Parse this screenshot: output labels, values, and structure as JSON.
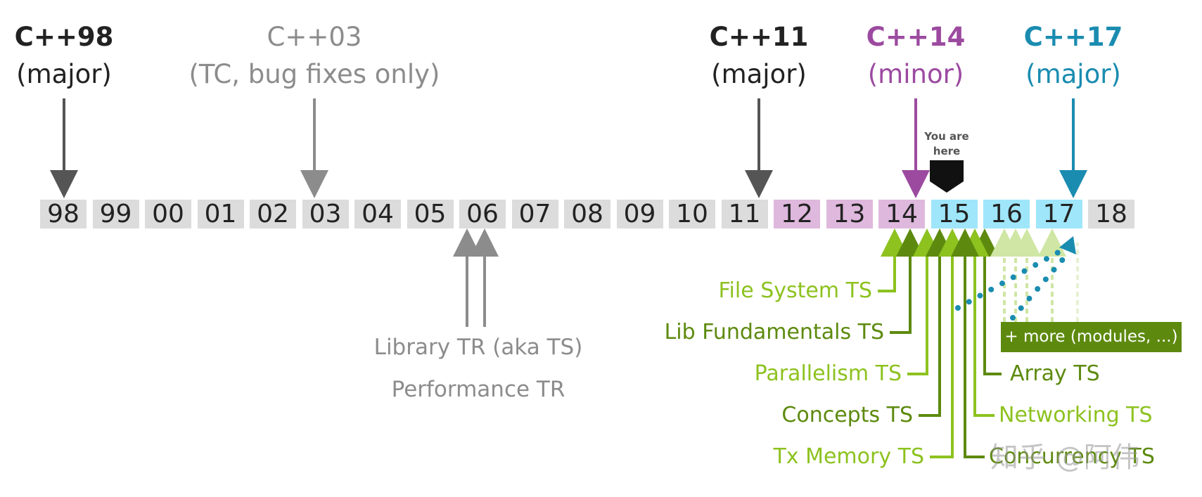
{
  "colors": {
    "year_grey": "#dcdcdc",
    "year_pink": "#dfb8dd",
    "year_blue": "#9fe6fa",
    "major_dark": "#222222",
    "minor_purple": "#9c4aa0",
    "cpp17_teal": "#1a8cb0",
    "ts_dark": "#5d8a0e",
    "ts_light": "#8dc21f",
    "grey_text": "#8c8c8c"
  },
  "standards": [
    {
      "name": "C++98",
      "kind": "(major)",
      "year": "98",
      "color": "#222222"
    },
    {
      "name": "C++03",
      "kind": "(TC, bug fixes only)",
      "year": "03",
      "color": "#8c8c8c"
    },
    {
      "name": "C++11",
      "kind": "(major)",
      "year": "11",
      "color": "#222222"
    },
    {
      "name": "C++14",
      "kind": "(minor)",
      "year": "14",
      "color": "#9c4aa0"
    },
    {
      "name": "C++17",
      "kind": "(major)",
      "year": "17",
      "color": "#1a8cb0"
    }
  ],
  "timeline": {
    "years": [
      "98",
      "99",
      "00",
      "01",
      "02",
      "03",
      "04",
      "05",
      "06",
      "07",
      "08",
      "09",
      "10",
      "11",
      "12",
      "13",
      "14",
      "15",
      "16",
      "17",
      "18"
    ],
    "pink_years": [
      "12",
      "13",
      "14"
    ],
    "blue_years": [
      "15",
      "16",
      "17"
    ]
  },
  "you_are_here": {
    "line1": "You are",
    "line2": "here",
    "year": "15"
  },
  "reports": {
    "year": "06",
    "items": [
      "Library TR (aka TS)",
      "Performance TR"
    ]
  },
  "technical_specs": {
    "items": [
      {
        "name": "File System TS",
        "shade": "light"
      },
      {
        "name": "Lib Fundamentals TS",
        "shade": "dark"
      },
      {
        "name": "Parallelism TS",
        "shade": "light"
      },
      {
        "name": "Concepts TS",
        "shade": "dark"
      },
      {
        "name": "Tx Memory TS",
        "shade": "light"
      },
      {
        "name": "Array TS",
        "shade": "dark"
      },
      {
        "name": "Networking TS",
        "shade": "light"
      },
      {
        "name": "Concurrency TS",
        "shade": "dark"
      }
    ],
    "more_label": "+ more (modules, ...)"
  },
  "watermark": "知乎 @阿伟"
}
